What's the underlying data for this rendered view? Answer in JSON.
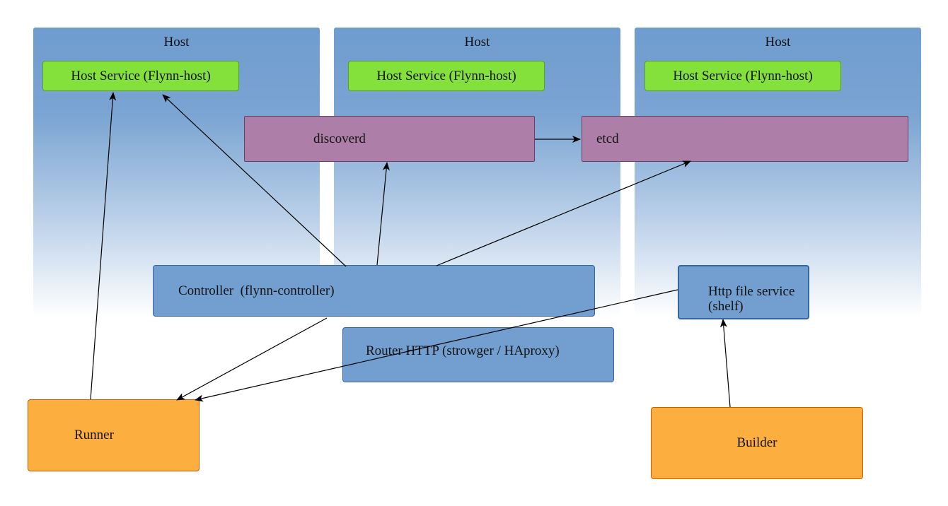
{
  "hosts": [
    {
      "title": "Host",
      "service": "Host Service (Flynn-host)"
    },
    {
      "title": "Host",
      "service": "Host Service (Flynn-host)"
    },
    {
      "title": "Host",
      "service": "Host Service (Flynn-host)"
    }
  ],
  "nodes": {
    "discoverd": "discoverd",
    "etcd": "etcd",
    "controller": "Controller  (flynn-controller)",
    "router": "Router HTTP (strowger / HAproxy)",
    "http_file_service_line1": "Http file service",
    "http_file_service_line2": "(shelf)",
    "runner": "Runner",
    "builder": "Builder"
  },
  "colors": {
    "host_gradient_top": "#6f9ccf",
    "host_service": "#84e03a",
    "store": "#ad7fa8",
    "component": "#729fcf",
    "client": "#fcaf3e"
  }
}
